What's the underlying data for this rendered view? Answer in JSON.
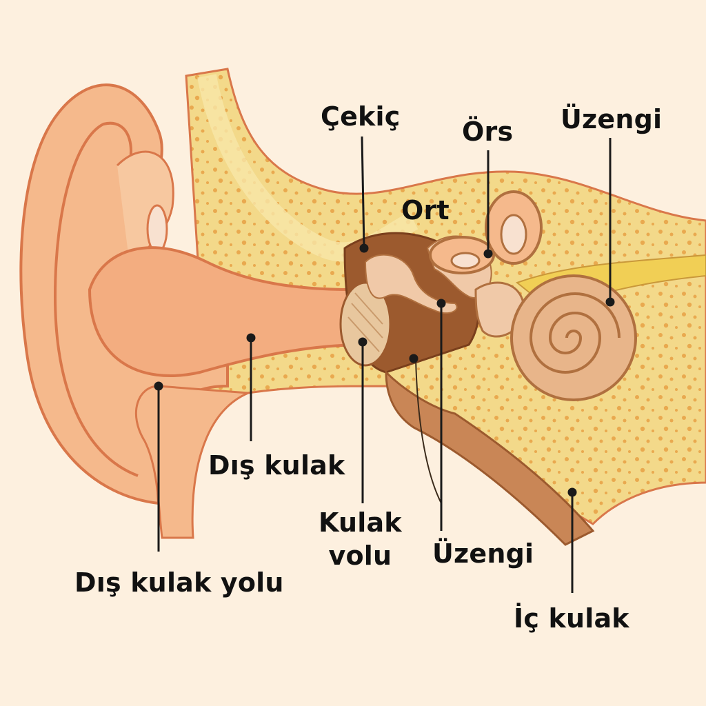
{
  "labels": {
    "cekic": "Çekiç",
    "ors": "Örs",
    "uzengi_top": "Üzengi",
    "ort": "Ort",
    "dis_kulak": "Dış kulak",
    "kulak_volu": "Kulak\nvolu",
    "uzengi_bottom": "Üzengi",
    "dis_kulak_yolu": "Dış kulak yolu",
    "ic_kulak": "İç kulak"
  },
  "colors": {
    "background": "#fdf0df",
    "skin": "#f5b98c",
    "skin_outline": "#d9774a",
    "bone": "#f3d98a",
    "bone_dot": "#e9a94f",
    "cavity": "#9c5a2e",
    "ossicle": "#f0c9a8",
    "cochlea": "#e8b58a",
    "line": "#1a1a1a"
  }
}
